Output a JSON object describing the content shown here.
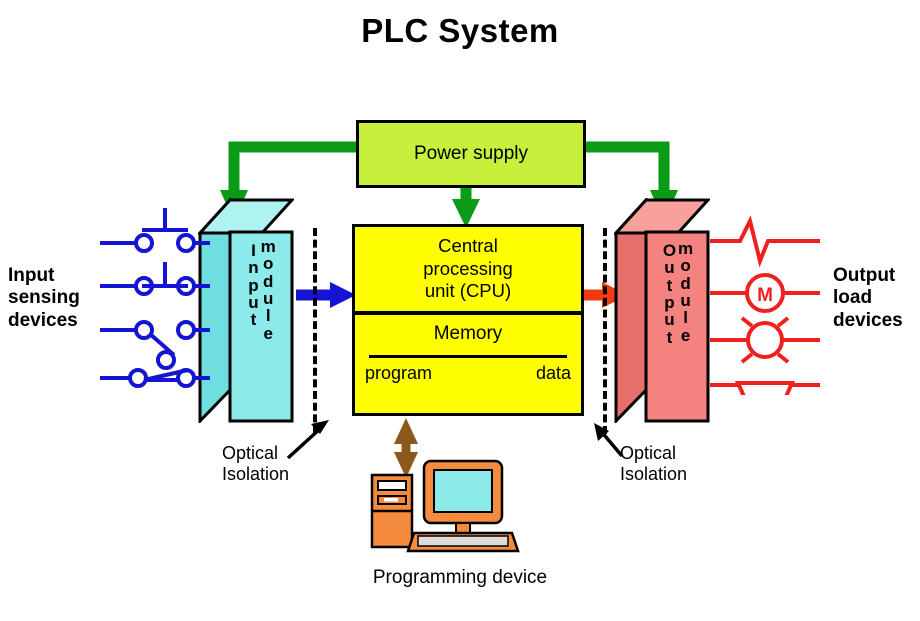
{
  "title": "PLC System",
  "blocks": {
    "power_supply": {
      "label": "Power supply",
      "color": "#c6f03c"
    },
    "cpu": {
      "upper_label": "Central\nprocessing\nunit (CPU)",
      "memory_label": "Memory",
      "memory_left": "program",
      "memory_right": "data",
      "color": "#ffff00"
    },
    "input_module": {
      "word1": "Input",
      "word2": "module",
      "color": "#8deaea"
    },
    "output_module": {
      "word1": "Output",
      "word2": "module",
      "color": "#f4827f"
    }
  },
  "labels": {
    "input_devices": "Input\nsensing\ndevices",
    "output_devices": "Output\nload\ndevices",
    "optical_isolation_left": "Optical\nIsolation",
    "optical_isolation_right": "Optical\nIsolation",
    "programming_device": "Programming device"
  },
  "input_devices": [
    {
      "name": "pushbutton-normally-open",
      "order": 1
    },
    {
      "name": "pushbutton-normally-closed",
      "order": 2
    },
    {
      "name": "selector-switch",
      "order": 3
    },
    {
      "name": "limit-switch",
      "order": 4
    }
  ],
  "output_devices": [
    {
      "name": "heater-element",
      "order": 1
    },
    {
      "name": "motor",
      "symbol": "M",
      "order": 2
    },
    {
      "name": "pilot-lamp",
      "order": 3
    },
    {
      "name": "horn",
      "order": 4
    }
  ],
  "connections": [
    {
      "name": "power-to-input-module",
      "color": "#0a9c17"
    },
    {
      "name": "power-to-cpu",
      "color": "#0a9c17"
    },
    {
      "name": "power-to-output-module",
      "color": "#0a9c17"
    },
    {
      "name": "input-module-to-cpu",
      "color": "#1414d2"
    },
    {
      "name": "cpu-to-output-module",
      "color": "#f03c10"
    },
    {
      "name": "cpu-to-programming-device",
      "color": "#8b5a1a"
    }
  ],
  "colors": {
    "input_wiring": "#1414d2",
    "output_wiring": "#f02020",
    "programming_device_body": "#f58b3c",
    "programming_device_screen": "#8deaea",
    "outline": "#000000",
    "background": "#ffffff"
  }
}
